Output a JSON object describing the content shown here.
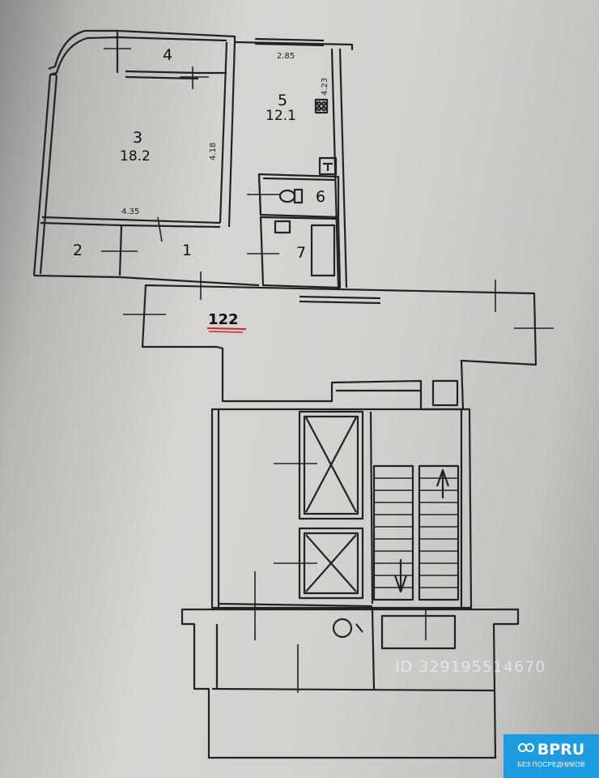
{
  "plan": {
    "rooms": [
      {
        "id": "1",
        "number": "1",
        "area": ""
      },
      {
        "id": "2",
        "number": "2",
        "area": ""
      },
      {
        "id": "3",
        "number": "3",
        "area": "18.2"
      },
      {
        "id": "4",
        "number": "4",
        "area": ""
      },
      {
        "id": "5",
        "number": "5",
        "area": "12.1"
      },
      {
        "id": "6",
        "number": "6",
        "area": ""
      },
      {
        "id": "7",
        "number": "7",
        "area": ""
      }
    ],
    "dimensions": {
      "d1": "2.85",
      "d2": "4.23",
      "d3": "4.18",
      "d4": "4.35"
    },
    "apartment_number": "122"
  },
  "watermark": {
    "text": "ID 329195514670"
  },
  "badge": {
    "brand": "BPRU",
    "tagline": "БЕЗ ПОСРЕДНИКОВ",
    "color": "#1d9be0"
  }
}
